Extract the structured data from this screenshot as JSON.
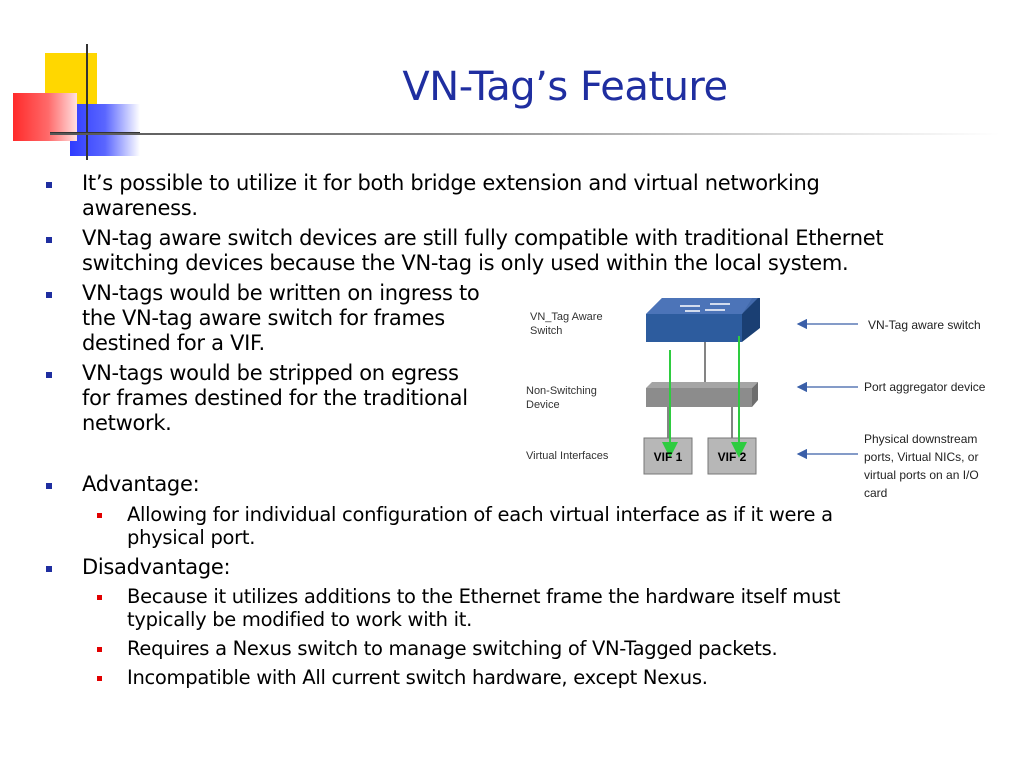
{
  "slide": {
    "title": "VN-Tag’s Feature"
  },
  "bullets": [
    {
      "text_lines": [
        "It’s possible to utilize it for both bridge extension and virtual networking",
        "awareness."
      ]
    },
    {
      "text_lines": [
        "VN-tag aware switch devices are still fully compatible with traditional Ethernet",
        "switching devices because the VN-tag is only used within the local system."
      ]
    },
    {
      "text_lines": [
        "VN-tags would be written on ingress to",
        "the VN-tag aware switch for frames",
        "destined for a VIF."
      ]
    },
    {
      "text_lines": [
        "VN-tags would be stripped on egress",
        "for frames destined for the traditional",
        "network."
      ]
    },
    {
      "text_lines": [
        "Advantage:"
      ]
    },
    {
      "text_lines": [
        "Disadvantage:"
      ]
    }
  ],
  "sub_bullets": [
    {
      "text_lines": [
        "Allowing for individual configuration of each virtual interface as if it were a",
        "physical port."
      ]
    },
    {
      "text_lines": [
        "Because it utilizes additions to the Ethernet frame the hardware itself must",
        "typically be modified to work with it."
      ]
    },
    {
      "text_lines": [
        "Requires a Nexus switch to manage switching of VN-Tagged packets."
      ]
    },
    {
      "text_lines": [
        "Incompatible with All current switch hardware, except Nexus."
      ]
    }
  ],
  "diagram": {
    "left_labels": {
      "switch": [
        "VN_Tag Aware",
        "Switch"
      ],
      "non_switching": [
        "Non-Switching",
        "Device"
      ],
      "virtual_interfaces": [
        "Virtual Interfaces"
      ]
    },
    "right_labels": {
      "switch": [
        "VN-Tag aware switch"
      ],
      "aggregator": [
        "Port aggregator device"
      ],
      "physical": [
        "Physical downstream",
        "ports, Virtual NICs, or",
        "virtual ports on an I/O",
        "card"
      ]
    },
    "vif1": "VIF 1",
    "vif2": "VIF 2",
    "colors": {
      "switch_top": "#2d5c9e",
      "switch_front": "#1a3f73",
      "aggregator": "#8c8c8c",
      "vif_fill": "#b7b7b7",
      "green_arrow": "#2ecc40",
      "blue_arrow": "#3a5fa8"
    }
  },
  "colors": {
    "title": "#1f2ea0",
    "bullet_marker": "#1f2ea0",
    "sub_bullet_marker": "#e10000",
    "deco_yellow": "#ffd700",
    "deco_red": "#ff3030",
    "deco_blue": "#2f3cff"
  }
}
